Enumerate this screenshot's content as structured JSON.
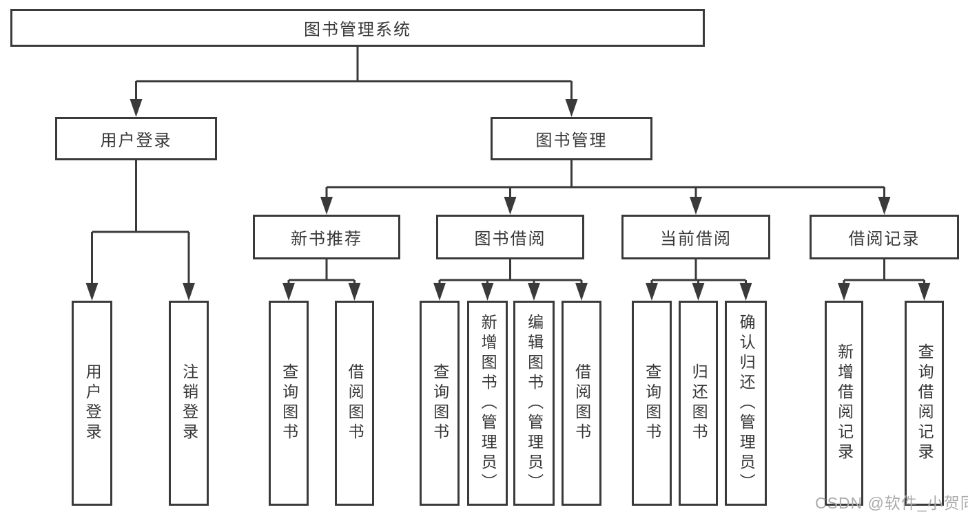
{
  "title": "图书管理系统",
  "colors": {
    "line": "#3a3a3a",
    "text": "#373737",
    "background": "#ffffff",
    "watermark": "#ababab"
  },
  "watermark": {
    "text": "CSDN @软件_小贺同学"
  },
  "tree": {
    "label": "图书管理系统",
    "children": [
      {
        "label": "用户登录",
        "children": [
          {
            "label": "用户登录"
          },
          {
            "label": "注销登录"
          }
        ]
      },
      {
        "label": "图书管理",
        "children": [
          {
            "label": "新书推荐",
            "children": [
              {
                "label": "查询图书"
              },
              {
                "label": "借阅图书"
              }
            ]
          },
          {
            "label": "图书借阅",
            "children": [
              {
                "label": "查询图书"
              },
              {
                "label": "新增图书（管理员）"
              },
              {
                "label": "编辑图书（管理员）"
              },
              {
                "label": "借阅图书"
              }
            ]
          },
          {
            "label": "当前借阅",
            "children": [
              {
                "label": "查询图书"
              },
              {
                "label": "归还图书"
              },
              {
                "label": "确认归还（管理员）"
              }
            ]
          },
          {
            "label": "借阅记录",
            "children": [
              {
                "label": "新增借阅记录"
              },
              {
                "label": "查询借阅记录"
              }
            ]
          }
        ]
      }
    ]
  }
}
